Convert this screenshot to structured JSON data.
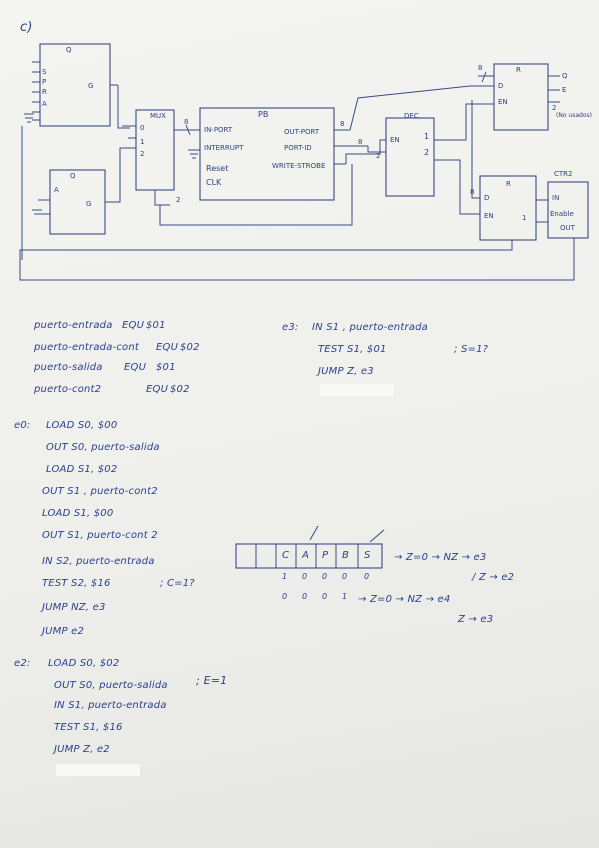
{
  "part_label": "c)",
  "diagram": {
    "flipflop_top": {
      "q": "Q",
      "s": "S",
      "p": "P",
      "r": "R",
      "a": "A",
      "g": "G"
    },
    "flipflop_bottom": {
      "q": "Q",
      "a": "A",
      "g": "G"
    },
    "mux": {
      "title": "MUX",
      "in0": "0",
      "in1": "1",
      "in2": "2",
      "bus": "8",
      "sel": "2"
    },
    "pb": {
      "title": "PB",
      "in_port": "IN-PORT",
      "interrupt": "INTERRUPT",
      "reset": "Reset",
      "clk": "CLK",
      "out_port": "OUT-PORT",
      "port_id": "PORT-ID",
      "write_strobe": "WRITE-STROBE",
      "bus": "8",
      "bus2": "8"
    },
    "dec": {
      "title": "DEC",
      "en": "EN",
      "out1": "1",
      "out2": "2",
      "bus": "2"
    },
    "reg_top": {
      "r": "R",
      "d": "D",
      "en": "EN",
      "bus": "8",
      "q_out": "Q",
      "e_out": "E",
      "note": "(No usados)",
      "note_num": "2"
    },
    "reg_bottom": {
      "r": "R",
      "d": "D",
      "en": "EN",
      "bus": "8",
      "one": "1"
    },
    "ctr": {
      "title": "CTR2",
      "in": "IN",
      "enable": "Enable",
      "out": "OUT"
    }
  },
  "constants": [
    {
      "name": "puerto-entrada",
      "op": "EQU",
      "val": "$01"
    },
    {
      "name": "puerto-entrada-cont",
      "op": "EQU",
      "val": "$02"
    },
    {
      "name": "puerto-salida",
      "op": "EQU",
      "val": "$01"
    },
    {
      "name": "puerto-cont2",
      "op": "EQU",
      "val": "$02"
    }
  ],
  "e3": {
    "label": "e3:",
    "lines": [
      "IN S1 , puerto-entrada",
      "TEST S1, $01",
      "JUMP Z, e3"
    ],
    "comment": "; S=1?"
  },
  "e0": {
    "label": "e0:",
    "lines": [
      "LOAD S0, $00",
      "OUT S0, puerto-salida",
      "LOAD S1, $02",
      "OUT S1 , puerto-cont2",
      "LOAD S1, $00",
      "OUT S1, puerto-cont 2",
      "IN S2, puerto-entrada",
      "TEST S2, $16",
      "JUMP NZ, e3",
      "JUMP e2"
    ],
    "comment": "; C=1?"
  },
  "e2": {
    "label": "e2:",
    "lines": [
      "LOAD S0, $02",
      "OUT S0, puerto-salida",
      "IN S1, puerto-entrada",
      "TEST S1, $16",
      "JUMP Z, e2"
    ],
    "comment": "; E=1"
  },
  "bits": {
    "cells": [
      "",
      "",
      "C",
      "A",
      "P",
      "B",
      "S"
    ],
    "row1": [
      "1",
      "0",
      "0",
      "0",
      "0"
    ],
    "row2": [
      "0",
      "0",
      "0",
      "1"
    ],
    "res1": "→ Z=0 → NZ → e3",
    "res1b": "/ Z → e2",
    "res2": "→ Z=0 → NZ → e4",
    "res2b": "Z → e3"
  }
}
